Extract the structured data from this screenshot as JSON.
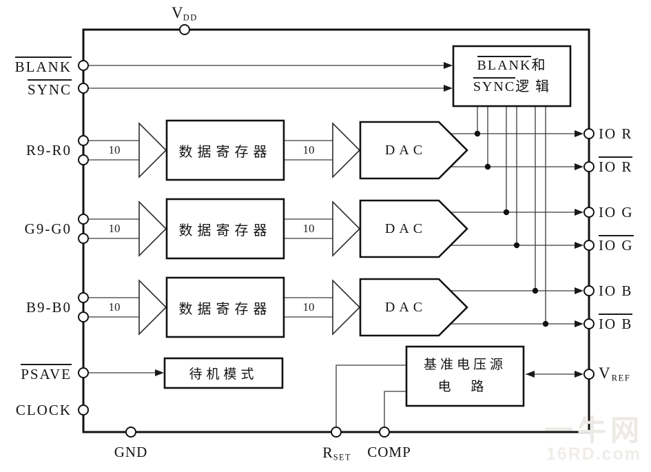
{
  "pins": {
    "top": {
      "vdd_main": "V",
      "vdd_sub": "DD"
    },
    "left": {
      "blank": "BLANK",
      "sync": "SYNC",
      "r_bus": "R9-R0",
      "g_bus": "G9-G0",
      "b_bus": "B9-B0",
      "psave": "PSAVE",
      "clock": "CLOCK"
    },
    "right": {
      "io_r": "IO R",
      "io_r_bar": "IO R",
      "io_g": "IO G",
      "io_g_bar": "IO G",
      "io_b": "IO B",
      "io_b_bar": "IO B",
      "vref_main": "V",
      "vref_sub": "REF"
    },
    "bottom": {
      "gnd": "GND",
      "rset_main": "R",
      "rset_sub": "SET",
      "comp": "COMP"
    }
  },
  "blocks": {
    "blank_sync": {
      "l1_over": "BLANK",
      "l1_plain": "和",
      "l2_over": "SYNC",
      "l2_plain": "逻 辑"
    },
    "register_r": "数据寄存器",
    "register_g": "数据寄存器",
    "register_b": "数据寄存器",
    "dac_r": "DAC",
    "dac_g": "DAC",
    "dac_b": "DAC",
    "standby": "待机模式",
    "vref_circuit_l1": "基准电压源",
    "vref_circuit_l2": "电 路"
  },
  "bus_labels": {
    "r_in": "10",
    "r_out": "10",
    "g_in": "10",
    "g_out": "10",
    "b_in": "10",
    "b_out": "10"
  },
  "watermark": {
    "line1": "一牛网",
    "line2": "16RD.com"
  }
}
